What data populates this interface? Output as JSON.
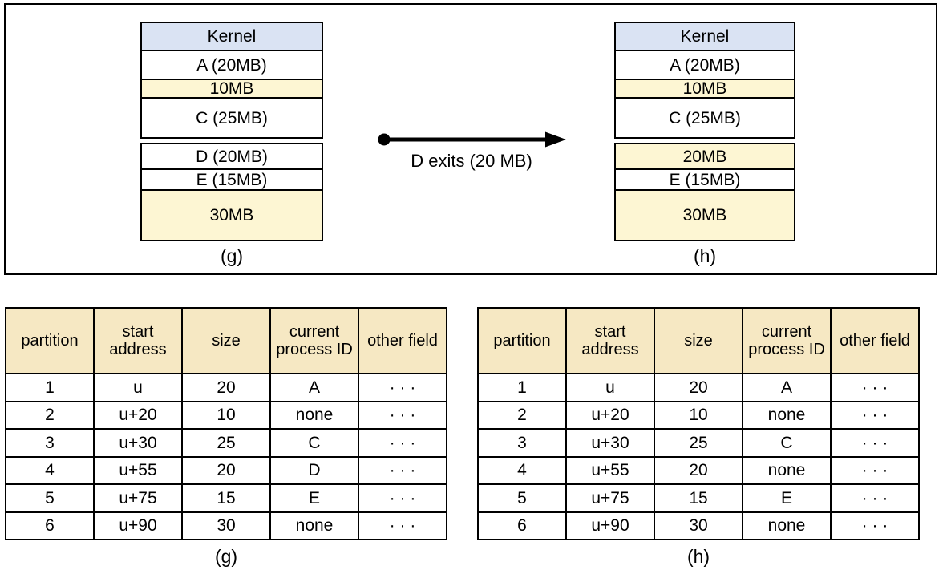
{
  "colors": {
    "kernel_bg": "#dae3f3",
    "free_bg": "#fdf6d3",
    "table_header_bg": "#f6e8c3",
    "line": "#000000"
  },
  "memory_panel": {
    "diagrams": [
      {
        "label": "(g)",
        "blocks": [
          {
            "text": "Kernel",
            "type": "kernel",
            "h": 37
          },
          {
            "text": "A (20MB)",
            "type": "process",
            "h": 38
          },
          {
            "text": "10MB",
            "type": "free",
            "h": 25
          },
          {
            "text": "C (25MB)",
            "type": "process",
            "h": 52
          },
          {
            "text": "D (20MB)",
            "type": "process",
            "h": 34,
            "gap_above": true
          },
          {
            "text": "E (15MB)",
            "type": "process",
            "h": 28
          },
          {
            "text": "30MB",
            "type": "free",
            "h": 65
          }
        ]
      },
      {
        "label": "(h)",
        "blocks": [
          {
            "text": "Kernel",
            "type": "kernel",
            "h": 37
          },
          {
            "text": "A (20MB)",
            "type": "process",
            "h": 38
          },
          {
            "text": "10MB",
            "type": "free",
            "h": 25
          },
          {
            "text": "C (25MB)",
            "type": "process",
            "h": 52
          },
          {
            "text": "20MB",
            "type": "free",
            "h": 34,
            "gap_above": true
          },
          {
            "text": "E (15MB)",
            "type": "process",
            "h": 28
          },
          {
            "text": "30MB",
            "type": "free",
            "h": 65
          }
        ]
      }
    ],
    "transition": {
      "label": "D exits (20 MB)"
    }
  },
  "partition_tables": [
    {
      "label": "(g)",
      "headers": [
        "partition",
        "start address",
        "size",
        "current process ID",
        "other field"
      ],
      "rows": [
        [
          "1",
          "u",
          "20",
          "A",
          "· · ·"
        ],
        [
          "2",
          "u+20",
          "10",
          "none",
          "· · ·"
        ],
        [
          "3",
          "u+30",
          "25",
          "C",
          "· · ·"
        ],
        [
          "4",
          "u+55",
          "20",
          "D",
          "· · ·"
        ],
        [
          "5",
          "u+75",
          "15",
          "E",
          "· · ·"
        ],
        [
          "6",
          "u+90",
          "30",
          "none",
          "· · ·"
        ]
      ]
    },
    {
      "label": "(h)",
      "headers": [
        "partition",
        "start address",
        "size",
        "current process ID",
        "other field"
      ],
      "rows": [
        [
          "1",
          "u",
          "20",
          "A",
          "· · ·"
        ],
        [
          "2",
          "u+20",
          "10",
          "none",
          "· · ·"
        ],
        [
          "3",
          "u+30",
          "25",
          "C",
          "· · ·"
        ],
        [
          "4",
          "u+55",
          "20",
          "none",
          "· · ·"
        ],
        [
          "5",
          "u+75",
          "15",
          "E",
          "· · ·"
        ],
        [
          "6",
          "u+90",
          "30",
          "none",
          "· · ·"
        ]
      ]
    }
  ]
}
